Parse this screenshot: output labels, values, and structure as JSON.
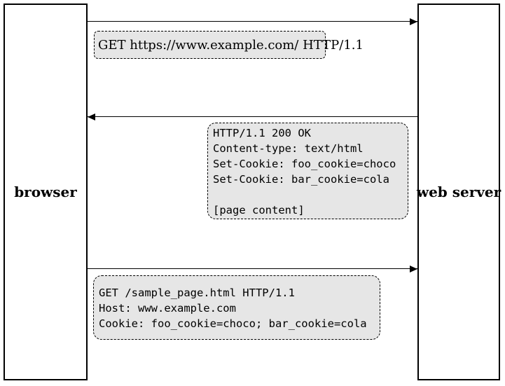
{
  "actors": [
    {
      "id": "browser",
      "label": "browser"
    },
    {
      "id": "web-server",
      "label": "web server"
    }
  ],
  "messages": [
    {
      "from": "browser",
      "to": "web-server",
      "direction": "right",
      "lines": [
        "GET https://www.example.com/ HTTP/1.1"
      ]
    },
    {
      "from": "web-server",
      "to": "browser",
      "direction": "left",
      "lines": [
        "HTTP/1.1 200 OK",
        "Content-type: text/html",
        "Set-Cookie: foo_cookie=choco",
        "Set-Cookie: bar_cookie=cola",
        "",
        "[page content]"
      ]
    },
    {
      "from": "browser",
      "to": "web-server",
      "direction": "right",
      "lines": [
        "GET /sample_page.html HTTP/1.1",
        "Host: www.example.com",
        "Cookie: foo_cookie=choco; bar_cookie=cola"
      ]
    }
  ],
  "colors": {
    "background": "#ffffff",
    "line": "#000000",
    "text": "#000000",
    "note_fill": "#e6e6e6"
  }
}
